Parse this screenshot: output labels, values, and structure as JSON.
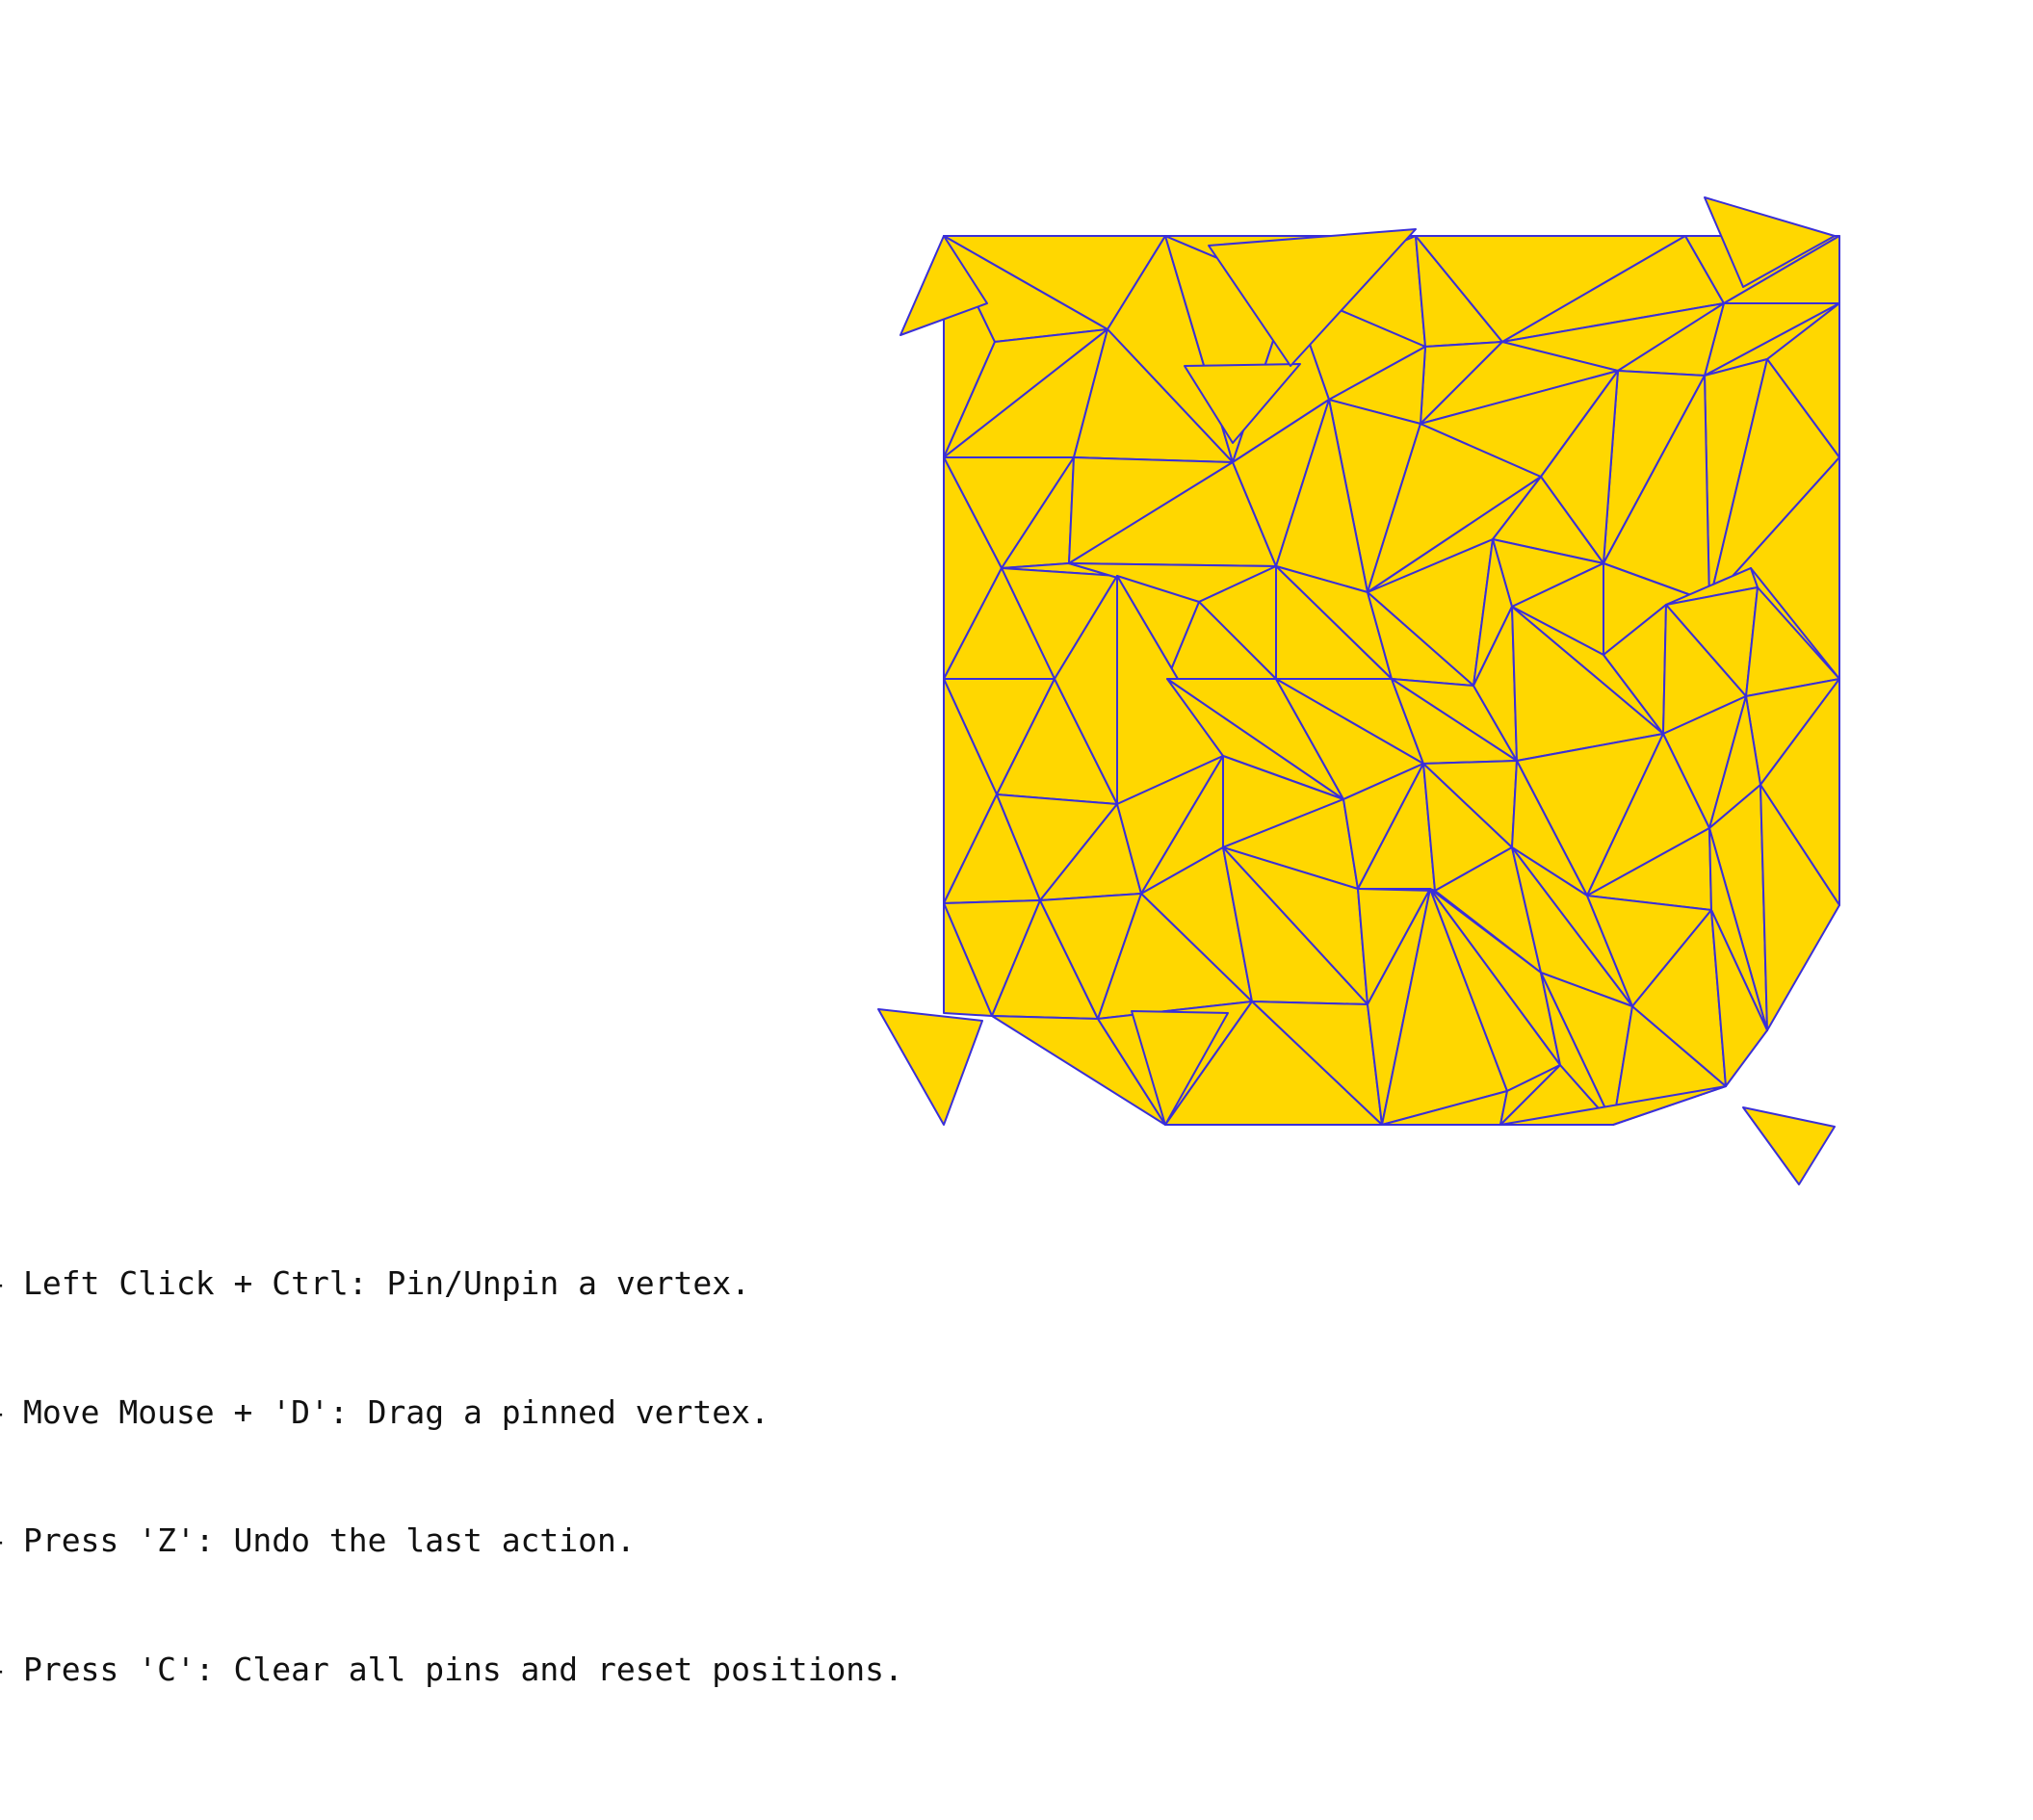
{
  "colors": {
    "background": "#ffffff",
    "mesh_fill": "#FFD700",
    "mesh_edge": "#3A2FD8",
    "text": "#111111"
  },
  "mesh": {
    "name": "deformable-triangle-mesh"
  },
  "instructions": [
    {
      "bullet": "-",
      "text": "Left Click + Ctrl: Pin/Unpin a vertex."
    },
    {
      "bullet": "-",
      "text": "Move Mouse + 'D': Drag a pinned vertex."
    },
    {
      "bullet": "-",
      "text": "Press 'Z': Undo the last action."
    },
    {
      "bullet": "-",
      "text": "Press 'C': Clear all pins and reset positions."
    }
  ]
}
